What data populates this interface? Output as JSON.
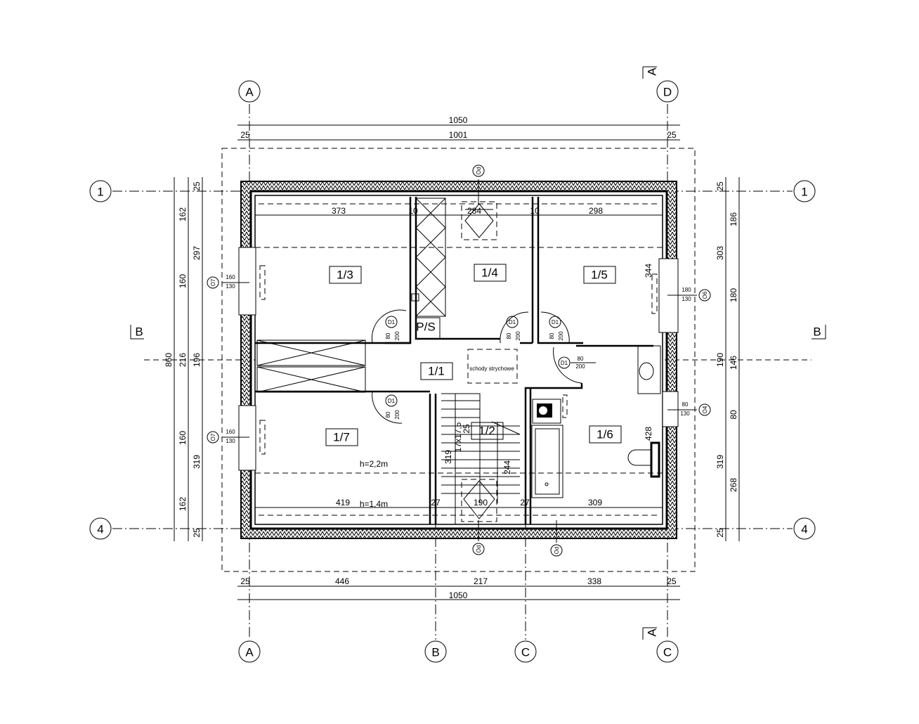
{
  "axes": {
    "top": [
      "A",
      "D"
    ],
    "bottom": [
      "A",
      "B",
      "C",
      "C"
    ],
    "left": [
      "1",
      "4"
    ],
    "right": [
      "1",
      "4"
    ]
  },
  "sections": {
    "a_top": "A",
    "a_bottom": "A",
    "b_left": "B",
    "b_right": "B"
  },
  "dims_top": {
    "total": "1050",
    "left": "25",
    "inner": "1001",
    "right": "25"
  },
  "dims_bottom": {
    "d1": "25",
    "d2": "446",
    "d3": "217",
    "d4": "338",
    "d5": "25",
    "total": "1050"
  },
  "dims_left_outer": "860",
  "dims_left_mid": [
    "162",
    "160",
    "216",
    "160",
    "162"
  ],
  "dims_left_inner": [
    "25",
    "297",
    "196",
    "319",
    "25"
  ],
  "dims_right_inner": [
    "25",
    "303",
    "190",
    "319",
    "25"
  ],
  "dims_right_outer": [
    "186",
    "180",
    "146",
    "80",
    "268"
  ],
  "interior_dims": {
    "r13": "373",
    "w1": "10",
    "r14": "284",
    "w2": "10",
    "r15": "298",
    "v344": "344",
    "v428": "428",
    "r17": "419",
    "h14": "h=1,4m",
    "h22": "h=2,2m",
    "stair_w": "190",
    "r16": "309",
    "b1": "27",
    "b2": "27",
    "stair_l": "319",
    "steps": "17x17,5",
    "tread": "25",
    "v244": "244"
  },
  "rooms": {
    "r11": "1/1",
    "r12": "1/2",
    "r13": "1/3",
    "r14": "1/4",
    "r15": "1/5",
    "r16": "1/6",
    "r17": "1/7",
    "ps": "P/S",
    "attic": "schody strychowe"
  },
  "doors": {
    "label": "D1",
    "w": "80",
    "h": "200"
  },
  "windows": [
    {
      "tag": "O7",
      "w": "160",
      "h": "130"
    },
    {
      "tag": "O7",
      "w": "160",
      "h": "130"
    },
    {
      "tag": "O6",
      "w": "180",
      "h": "130"
    },
    {
      "tag": "O4",
      "w": "80",
      "h": "130"
    }
  ],
  "vent_label": "Od"
}
